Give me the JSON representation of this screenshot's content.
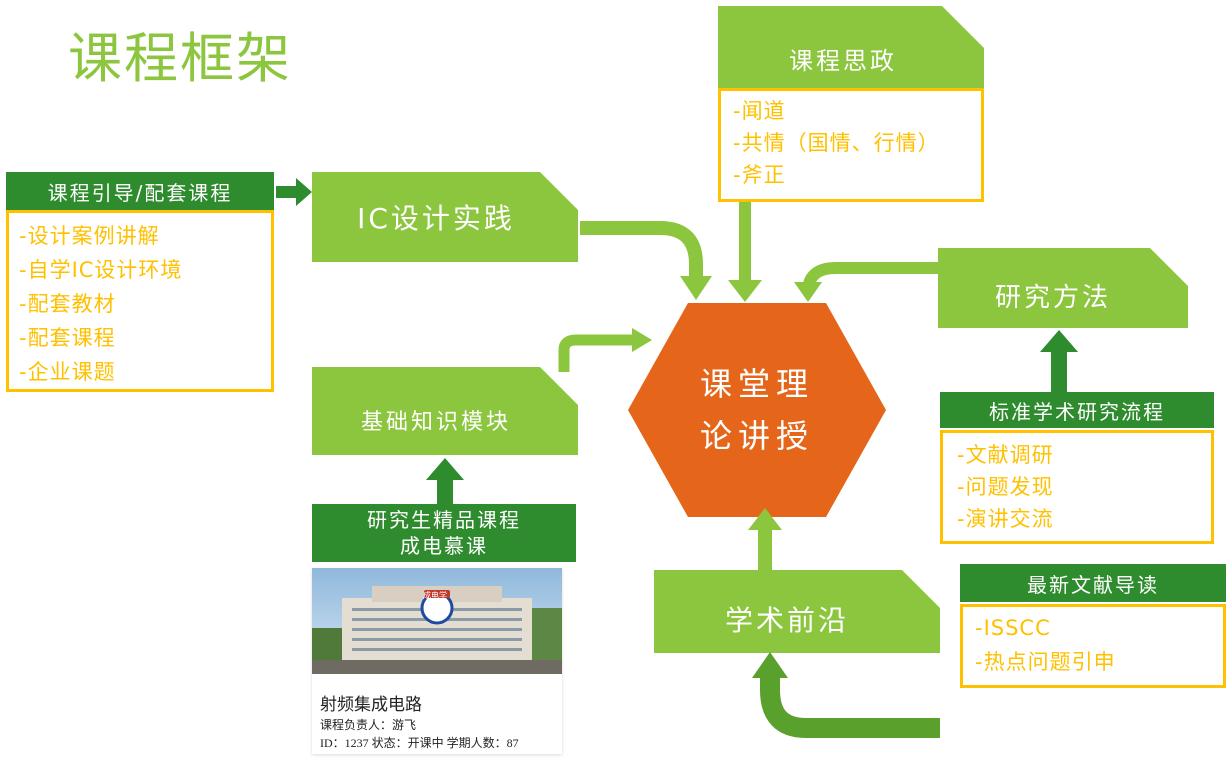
{
  "title": "课程框架",
  "center": {
    "line1": "课堂理",
    "line2": "论讲授"
  },
  "ideology": {
    "header": "课程思政",
    "items": [
      "-闻道",
      "-共情（国情、行情）",
      "-斧正"
    ]
  },
  "guide": {
    "header": "课程引导/配套课程",
    "items": [
      "-设计案例讲解",
      "-自学IC设计环境",
      "-配套教材",
      "-配套课程",
      "-企业课题"
    ]
  },
  "ic_practice": {
    "label": "IC设计实践"
  },
  "basic": {
    "label": "基础知识模块",
    "bar_line1": "研究生精品课程",
    "bar_line2": "成电慕课"
  },
  "research": {
    "label": "研究方法",
    "bar": "标准学术研究流程",
    "items": [
      "-文献调研",
      "-问题发现",
      "-演讲交流"
    ]
  },
  "frontier": {
    "label": "学术前沿"
  },
  "literature": {
    "header": "最新文献导读",
    "items": [
      "-ISSCC",
      "-热点问题引申"
    ]
  },
  "course_card": {
    "name": "射频集成电路",
    "teacher": "课程负责人：游飞",
    "meta": "ID：1237 状态：开课中 学期人数：87",
    "badge": "成电学堂"
  },
  "colors": {
    "green": "#8cc63f",
    "dark_green": "#2e8b2e",
    "orange": "#ffc000",
    "hexagon": "#e5661b"
  }
}
